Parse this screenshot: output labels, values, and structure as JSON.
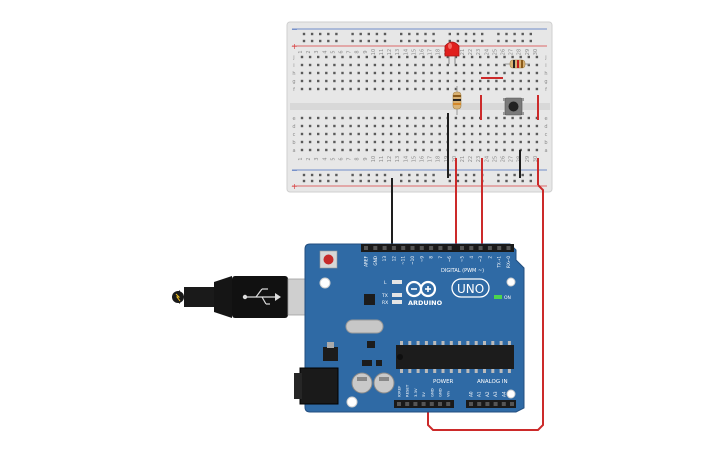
{
  "colors": {
    "board": "#2f6aa5",
    "board_edge": "#234f80",
    "breadboard": "#e7e7e7",
    "rail_red": "#d94040",
    "rail_blue": "#4a6fbf",
    "wire_red": "#cc2a2a",
    "wire_black": "#1e1e1e",
    "led": "#e0201e"
  },
  "board": {
    "model_label": "UNO",
    "brand_label": "ARDUINO",
    "digital_label": "DIGITAL (PWM ~)",
    "power_label": "POWER",
    "analog_label": "ANALOG IN",
    "on_label": "ON",
    "led_l": "L",
    "led_tx": "TX",
    "led_rx": "RX",
    "top_pins": [
      "AREF",
      "GND",
      "13",
      "12",
      "~11",
      "~10",
      "~9",
      "8",
      "7",
      "~6",
      "~5",
      "4",
      "~3",
      "2",
      "TX➝1",
      "RX←0"
    ],
    "power_pins": [
      "IOREF",
      "RESET",
      "3.3V",
      "5V",
      "GND",
      "GND",
      "Vin"
    ],
    "analog_pins": [
      "A0",
      "A1",
      "A2",
      "A3",
      "A4",
      "A5"
    ]
  },
  "breadboard": {
    "rail_minus": "−",
    "rail_plus": "+",
    "row_letters_top": [
      "j",
      "i",
      "h",
      "g",
      "f"
    ],
    "row_letters_bottom": [
      "e",
      "d",
      "c",
      "b",
      "a"
    ],
    "column_numbers": [
      "1",
      "2",
      "3",
      "4",
      "5",
      "6",
      "7",
      "8",
      "9",
      "10",
      "11",
      "12",
      "13",
      "14",
      "15",
      "16",
      "17",
      "18",
      "19",
      "20",
      "21",
      "22",
      "23",
      "24",
      "25",
      "26",
      "27",
      "28",
      "29",
      "30"
    ]
  },
  "components": {
    "led": "red-led",
    "resistor_1": "resistor",
    "resistor_2": "resistor",
    "button": "pushbutton",
    "usb": "usb-cable-icon"
  }
}
